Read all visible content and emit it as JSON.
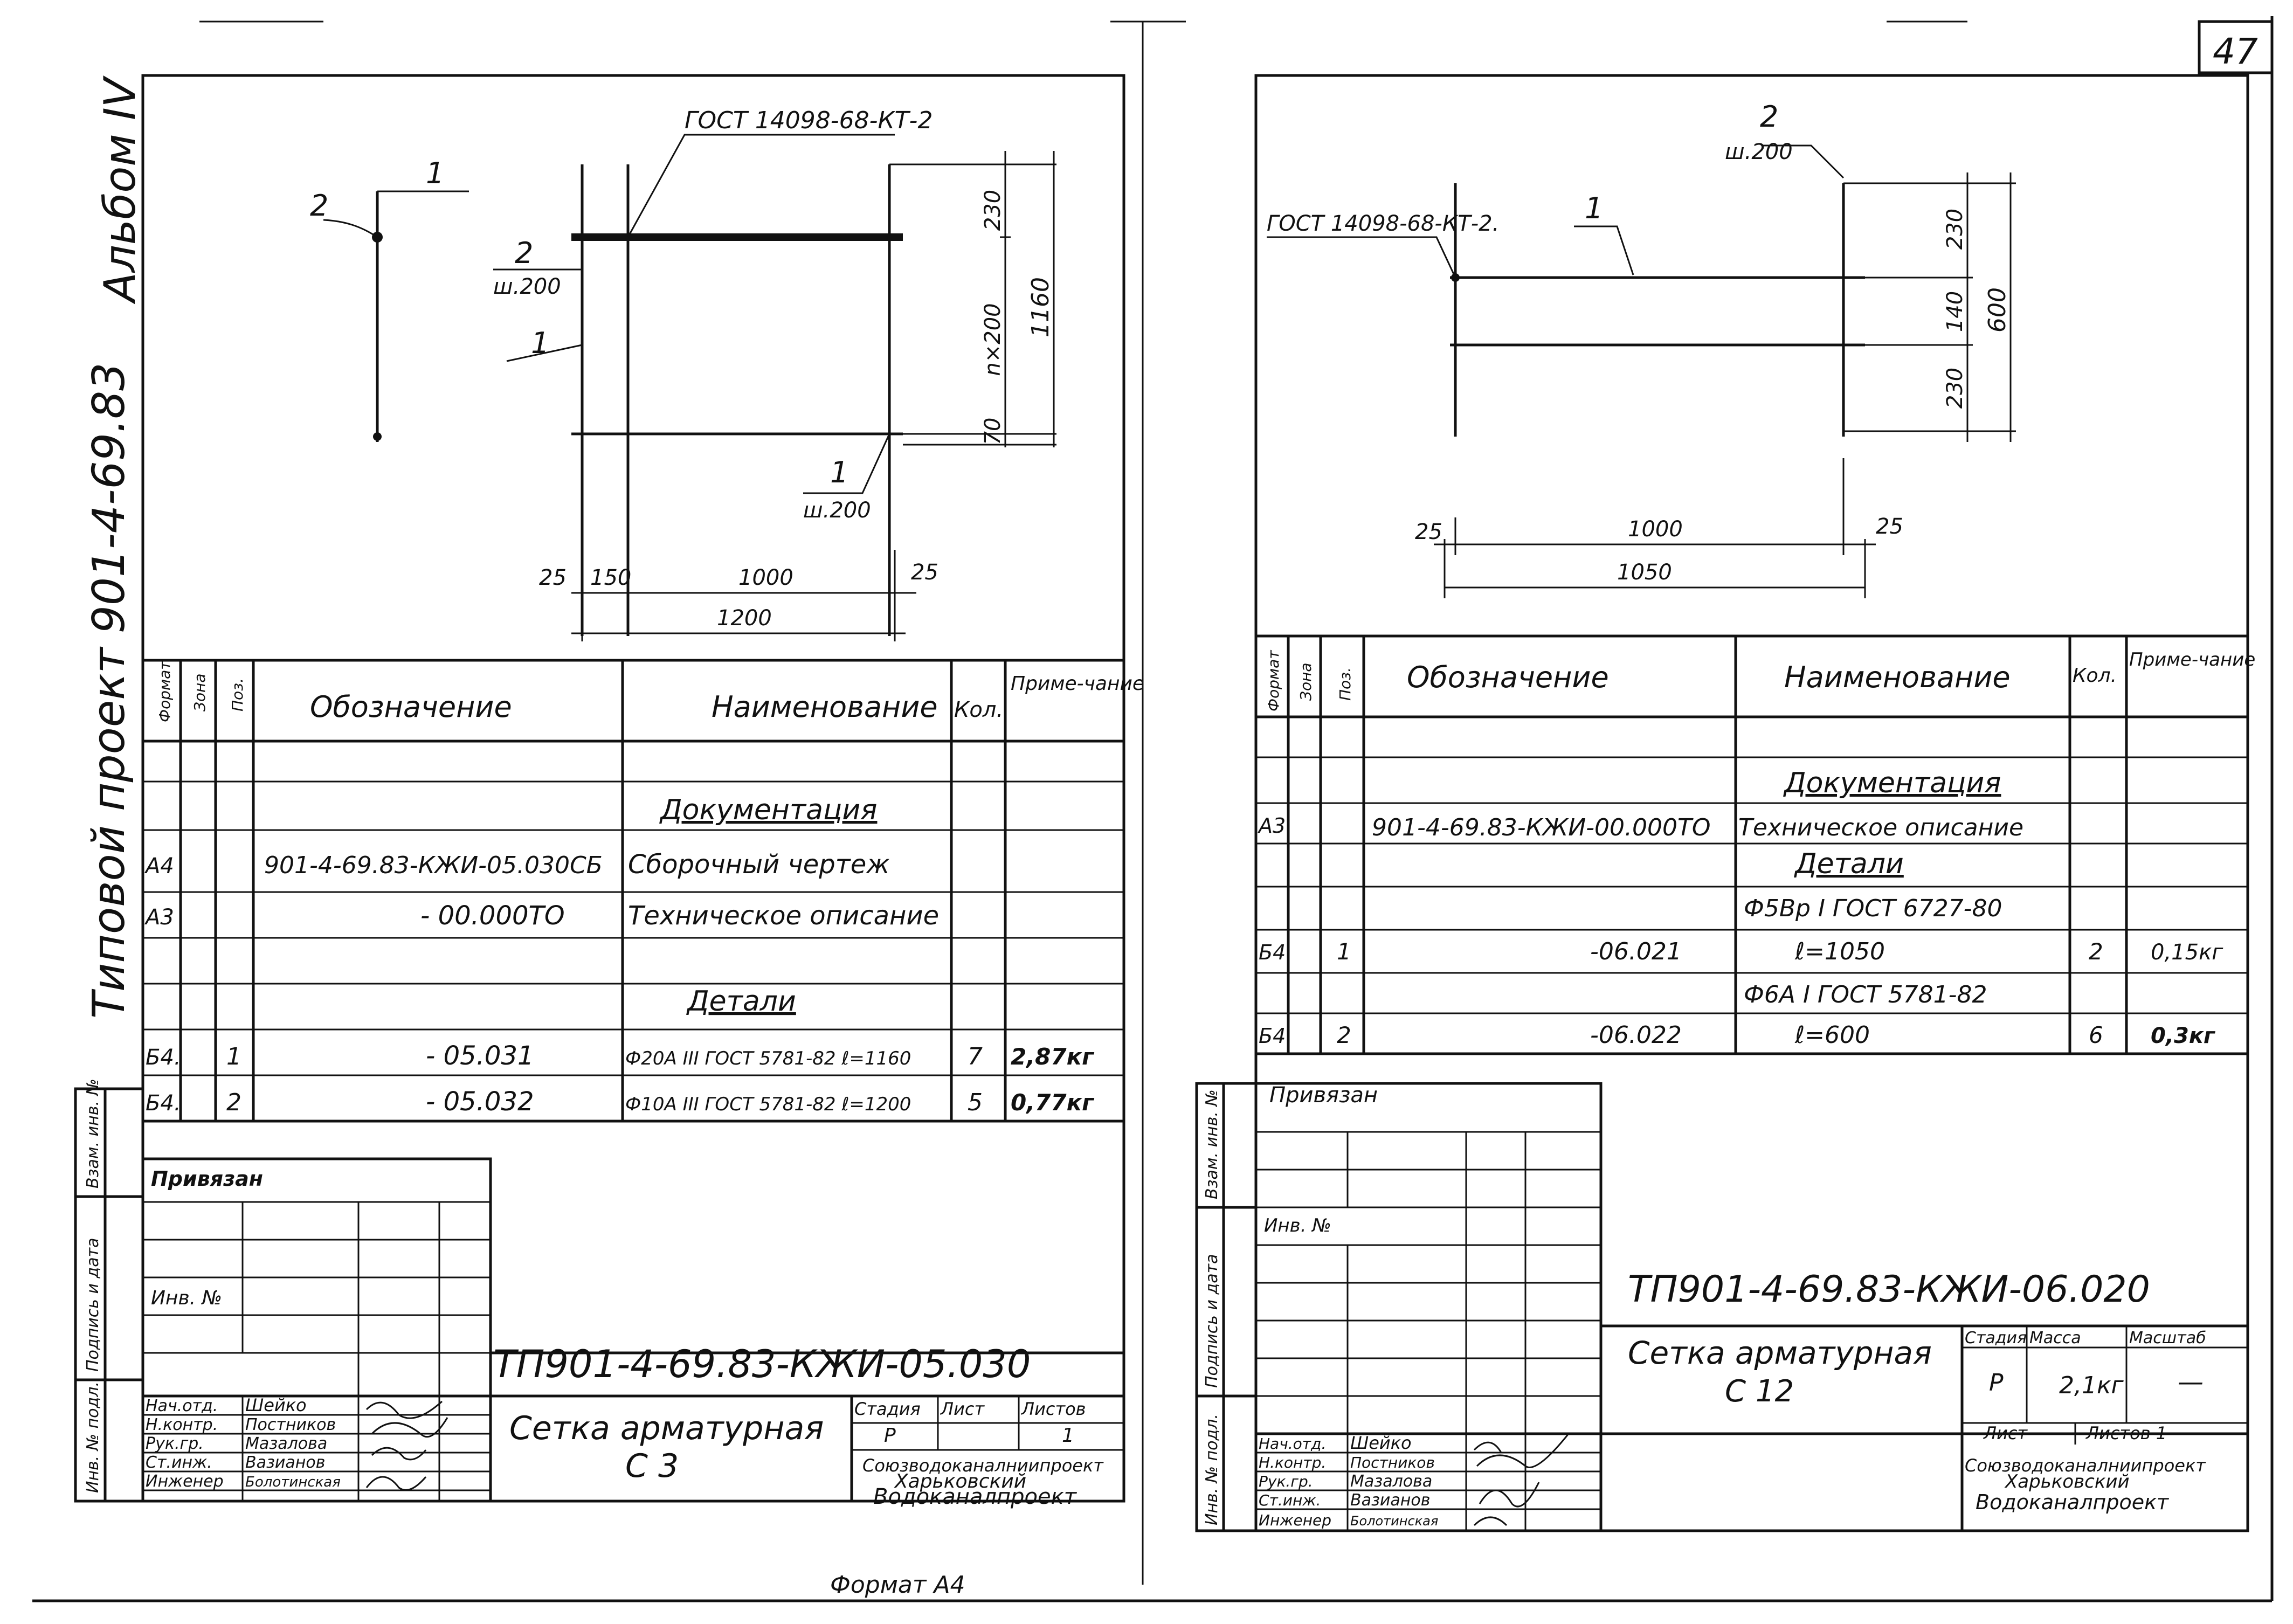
{
  "page_number": "47",
  "album": "Альбом IV",
  "project_margin": "Типовой проект 901-4-69.83",
  "footer_format": "Формат А4",
  "side_stamp": [
    "Инв. № подл.",
    "Подпись и дата",
    "Взам. инв. №"
  ],
  "headers": {
    "format": "Формат",
    "zone": "Зона",
    "pos": "Поз.",
    "designation": "Обозначение",
    "name": "Наименование",
    "qty": "Кол.",
    "note": "Приме-чание"
  },
  "left": {
    "drawing": {
      "gost": "ГОСТ 14098-68-КТ-2",
      "pos1": "1",
      "pos2": "2",
      "pos2_step": "ш.200",
      "pos1_step": "ш.200",
      "dims_h": [
        "25",
        "150",
        "1000",
        "25",
        "1200"
      ],
      "dims_v": [
        "230",
        "n×200",
        "1160",
        "70"
      ]
    },
    "section_doc": "Документация",
    "section_parts": "Детали",
    "rows": [
      {
        "format": "А4",
        "pos": "",
        "designation": "901-4-69.83-КЖИ-05.030СБ",
        "name": "Сборочный чертеж",
        "qty": "",
        "note": ""
      },
      {
        "format": "А3",
        "pos": "",
        "designation": "- 00.000ТО",
        "name": "Техническое описание",
        "qty": "",
        "note": ""
      },
      {
        "format": "Б4.",
        "pos": "1",
        "designation": "- 05.031",
        "name": "Ф20А III ГОСТ 5781-82 ℓ=1160",
        "qty": "7",
        "note": "2,87кг"
      },
      {
        "format": "Б4.",
        "pos": "2",
        "designation": "- 05.032",
        "name": "Ф10А III ГОСТ 5781-82 ℓ=1200",
        "qty": "5",
        "note": "0,77кг"
      }
    ],
    "privyazan": "Привязан",
    "inv_no": "Инв. №",
    "code": "ТП901-4-69.83-КЖИ-05.030",
    "title": "Сетка арматурная",
    "subtitle": "С 3",
    "stage_label": "Стадия",
    "sheet_label": "Лист",
    "sheets_label": "Листов",
    "stage": "Р",
    "sheets": "1",
    "roles": [
      "Нач.отд.",
      "Н.контр.",
      "Рук.гр.",
      "Ст.инж.",
      "Инженер"
    ],
    "people": [
      "Шейко",
      "Постников",
      "Мазалова",
      "Вазианов",
      "Болотинская"
    ],
    "org": [
      "Союзводоканалниипроект",
      "Харьковский",
      "Водоканалпроект"
    ]
  },
  "right": {
    "drawing": {
      "gost": "ГОСТ 14098-68-КТ-2.",
      "pos1": "1",
      "pos2": "2",
      "pos2_step": "ш.200",
      "dims_h": [
        "25",
        "1000",
        "25",
        "1050"
      ],
      "dims_v": [
        "230",
        "140",
        "230",
        "600"
      ]
    },
    "section_doc": "Документация",
    "section_parts": "Детали",
    "rows": [
      {
        "format": "А3",
        "pos": "",
        "designation": "901-4-69.83-КЖИ-00.000ТО",
        "name": "Техническое описание",
        "qty": "",
        "note": ""
      },
      {
        "format": "",
        "pos": "",
        "designation": "",
        "name": "Ф5Вр I ГОСТ 6727-80",
        "qty": "",
        "note": ""
      },
      {
        "format": "Б4.",
        "pos": "1",
        "designation": "-06.021",
        "name": "ℓ=1050",
        "qty": "2",
        "note": "0,15кг"
      },
      {
        "format": "",
        "pos": "",
        "designation": "",
        "name": "Ф6А I ГОСТ 5781-82",
        "qty": "",
        "note": ""
      },
      {
        "format": "Б4.",
        "pos": "2",
        "designation": "-06.022",
        "name": "ℓ=600",
        "qty": "6",
        "note": "0,3кг"
      }
    ],
    "privyazan": "Привязан",
    "inv_no": "Инв. №",
    "code": "ТП901-4-69.83-КЖИ-06.020",
    "title": "Сетка арматурная",
    "subtitle": "С 12",
    "stage_label": "Стадия",
    "mass_label": "Масса",
    "scale_label": "Масштаб",
    "stage": "Р",
    "mass": "2,1кг",
    "scale": "—",
    "sheet_label": "Лист",
    "sheets_label": "Листов 1",
    "roles": [
      "Нач.отд.",
      "Н.контр.",
      "Рук.гр.",
      "Ст.инж.",
      "Инженер"
    ],
    "people": [
      "Шейко",
      "Постников",
      "Мазалова",
      "Вазианов",
      "Болотинская"
    ],
    "org": [
      "Союзводоканалниипроект",
      "Харьковский",
      "Водоканалпроект"
    ]
  }
}
